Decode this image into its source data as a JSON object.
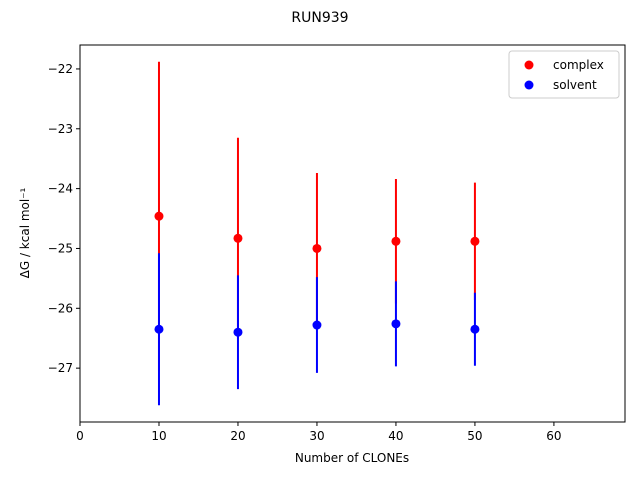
{
  "chart_data": {
    "type": "scatter",
    "title": "RUN939",
    "xlabel": "Number of CLONEs",
    "ylabel": "ΔG / kcal mol⁻¹",
    "xlim": [
      0,
      69
    ],
    "ylim": [
      -27.9,
      -21.6
    ],
    "xticks": [
      0,
      10,
      20,
      30,
      40,
      50,
      60
    ],
    "yticks": [
      -27,
      -26,
      -25,
      -24,
      -23,
      -22
    ],
    "grid": false,
    "legend": "top-right",
    "series": [
      {
        "name": "complex",
        "color": "#ff0000",
        "x": [
          10,
          20,
          30,
          40,
          50
        ],
        "y": [
          -24.46,
          -24.83,
          -25.0,
          -24.88,
          -24.88
        ],
        "err": [
          2.58,
          1.68,
          1.26,
          1.04,
          0.98
        ]
      },
      {
        "name": "solvent",
        "color": "#0000ff",
        "x": [
          10,
          20,
          30,
          40,
          50
        ],
        "y": [
          -26.35,
          -26.4,
          -26.28,
          -26.26,
          -26.35
        ],
        "err": [
          1.27,
          0.95,
          0.8,
          0.71,
          0.61
        ]
      }
    ]
  }
}
